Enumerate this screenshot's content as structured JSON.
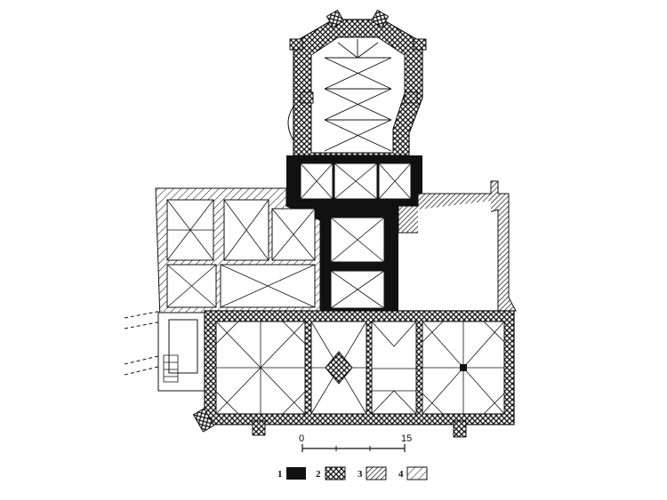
{
  "scale_bar": {
    "start_label": "0",
    "end_label": "15"
  },
  "legend": {
    "items": [
      {
        "label": "1",
        "pattern": "solid-black"
      },
      {
        "label": "2",
        "pattern": "crosshatch"
      },
      {
        "label": "3",
        "pattern": "dense-diagonal"
      },
      {
        "label": "4",
        "pattern": "sparse-diagonal"
      }
    ]
  },
  "colors": {
    "ink": "#111111",
    "paper": "#ffffff"
  }
}
